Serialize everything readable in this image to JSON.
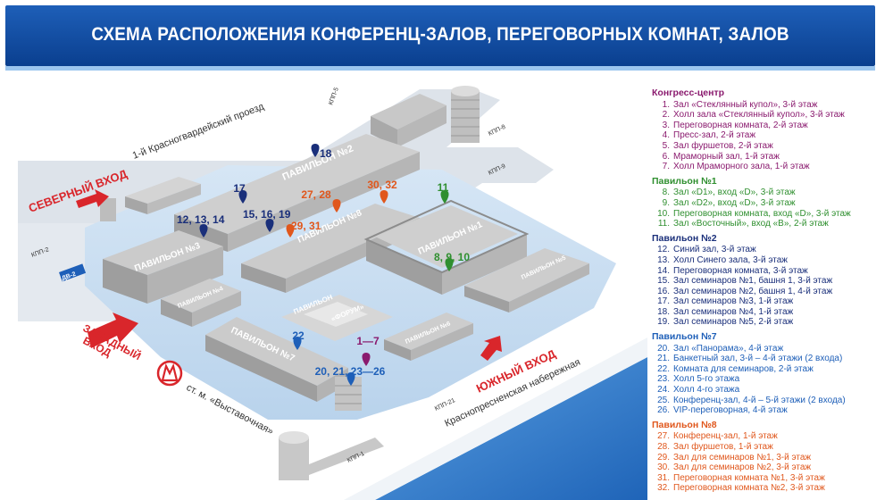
{
  "title": "СХЕМА РАСПОЛОЖЕНИЯ КОНФЕРЕНЦ-ЗАЛОВ, ПЕРЕГОВОРНЫХ КОМНАТ, ЗАЛОВ",
  "colors": {
    "banner": "#1e5fb8",
    "congress": "#8a1a6e",
    "pavilion1": "#2f8f2f",
    "pavilion2": "#1a2f7a",
    "pavilion7": "#1e5fb8",
    "pavilion8": "#e0571c",
    "entrance": "#d9262b",
    "water": "#2f78c8"
  },
  "map": {
    "buildings": {
      "pavilion2": "ПАВИЛЬОН №2",
      "pavilion3": "ПАВИЛЬОН №3",
      "pavilion8": "ПАВИЛЬОН №8",
      "pavilion1": "ПАВИЛЬОН №1",
      "pavilion5": "ПАВИЛЬОН №5",
      "pavilion7": "ПАВИЛЬОН №7",
      "pavilion4": "ПАВИЛЬОН №4",
      "pavilion6": "ПАВИЛЬОН №6",
      "forum_line1": "ПАВИЛЬОН",
      "forum_line2": "«ФОРУМ»"
    },
    "streets": {
      "north_road": "1-й Красногвардейский проезд",
      "south_road": "Краснопресненская набережная",
      "metro": "ст. м. «Выставочная»"
    },
    "checkpoints": {
      "kpp5": "КПП-5",
      "kpp8": "КПП-8",
      "kpp9": "КПП-9",
      "kpp2": "КПП-2",
      "kpp21": "КПП-21",
      "kpp1": "КПП-1",
      "door2": "ДВ-2"
    },
    "entrances": {
      "north": "СЕВЕРНЫЙ ВХОД",
      "west_line1": "ЗАПАДНЫЙ",
      "west_line2": "ВХОД",
      "south": "ЮЖНЫЙ ВХОД"
    },
    "markers": [
      {
        "label": "18",
        "group": "navy"
      },
      {
        "label": "17",
        "group": "navy"
      },
      {
        "label": "12, 13, 14",
        "group": "navy"
      },
      {
        "label": "15, 16, 19",
        "group": "navy"
      },
      {
        "label": "27, 28",
        "group": "orange"
      },
      {
        "label": "30, 32",
        "group": "orange"
      },
      {
        "label": "29, 31",
        "group": "orange"
      },
      {
        "label": "11",
        "group": "green"
      },
      {
        "label": "8, 9, 10",
        "group": "green"
      },
      {
        "label": "22",
        "group": "blue"
      },
      {
        "label": "1—7",
        "group": "purple"
      },
      {
        "label": "20, 21, 23—26",
        "group": "blue"
      }
    ]
  },
  "legend": [
    {
      "title": "Конгресс-центр",
      "color": "purple",
      "items": [
        {
          "num": "1.",
          "text": "Зал «Стеклянный купол», 3-й этаж"
        },
        {
          "num": "2.",
          "text": "Холл зала «Стеклянный купол», 3-й этаж"
        },
        {
          "num": "3.",
          "text": "Переговорная комната, 2-й этаж"
        },
        {
          "num": "4.",
          "text": "Пресс-зал, 2-й этаж"
        },
        {
          "num": "5.",
          "text": "Зал фуршетов, 2-й этаж"
        },
        {
          "num": "6.",
          "text": "Мраморный зал, 1-й этаж"
        },
        {
          "num": "7.",
          "text": "Холл Мраморного зала, 1-й этаж"
        }
      ]
    },
    {
      "title": "Павильон №1",
      "color": "green",
      "items": [
        {
          "num": "8.",
          "text": "Зал «D1», вход «D», 3-й этаж"
        },
        {
          "num": "9.",
          "text": "Зал «D2», вход «D», 3-й этаж"
        },
        {
          "num": "10.",
          "text": "Переговорная комната, вход «D», 3-й этаж"
        },
        {
          "num": "11.",
          "text": "Зал «Восточный», вход «B», 2-й этаж"
        }
      ]
    },
    {
      "title": "Павильон №2",
      "color": "navy",
      "items": [
        {
          "num": "12.",
          "text": "Синий зал, 3-й этаж"
        },
        {
          "num": "13.",
          "text": "Холл Синего зала, 3-й этаж"
        },
        {
          "num": "14.",
          "text": "Переговорная комната, 3-й этаж"
        },
        {
          "num": "15.",
          "text": "Зал семинаров №1, башня 1, 3-й этаж"
        },
        {
          "num": "16.",
          "text": "Зал семинаров №2, башня 1, 4-й этаж"
        },
        {
          "num": "17.",
          "text": "Зал семинаров №3, 1-й этаж"
        },
        {
          "num": "18.",
          "text": "Зал семинаров №4, 1-й этаж"
        },
        {
          "num": "19.",
          "text": "Зал семинаров №5, 2-й этаж"
        }
      ]
    },
    {
      "title": "Павильон №7",
      "color": "blue",
      "items": [
        {
          "num": "20.",
          "text": "Зал «Панорама», 4-й этаж"
        },
        {
          "num": "21.",
          "text": "Банкетный зал, 3-й – 4-й этажи (2 входа)"
        },
        {
          "num": "22.",
          "text": "Комната для семинаров, 2-й этаж"
        },
        {
          "num": "23.",
          "text": "Холл 5-го этажа"
        },
        {
          "num": "24.",
          "text": "Холл 4-го этажа"
        },
        {
          "num": "25.",
          "text": "Конференц-зал, 4-й – 5-й этажи (2 входа)"
        },
        {
          "num": "26.",
          "text": "VIP-переговорная, 4-й этаж"
        }
      ]
    },
    {
      "title": "Павильон №8",
      "color": "orange",
      "items": [
        {
          "num": "27.",
          "text": "Конференц-зал, 1-й этаж"
        },
        {
          "num": "28.",
          "text": "Зал фуршетов, 1-й этаж"
        },
        {
          "num": "29.",
          "text": "Зал для семинаров №1, 3-й этаж"
        },
        {
          "num": "30.",
          "text": "Зал для семинаров №2, 3-й этаж"
        },
        {
          "num": "31.",
          "text": "Переговорная комната №1, 3-й этаж"
        },
        {
          "num": "32.",
          "text": "Переговорная комната №2, 3-й этаж"
        }
      ]
    }
  ]
}
